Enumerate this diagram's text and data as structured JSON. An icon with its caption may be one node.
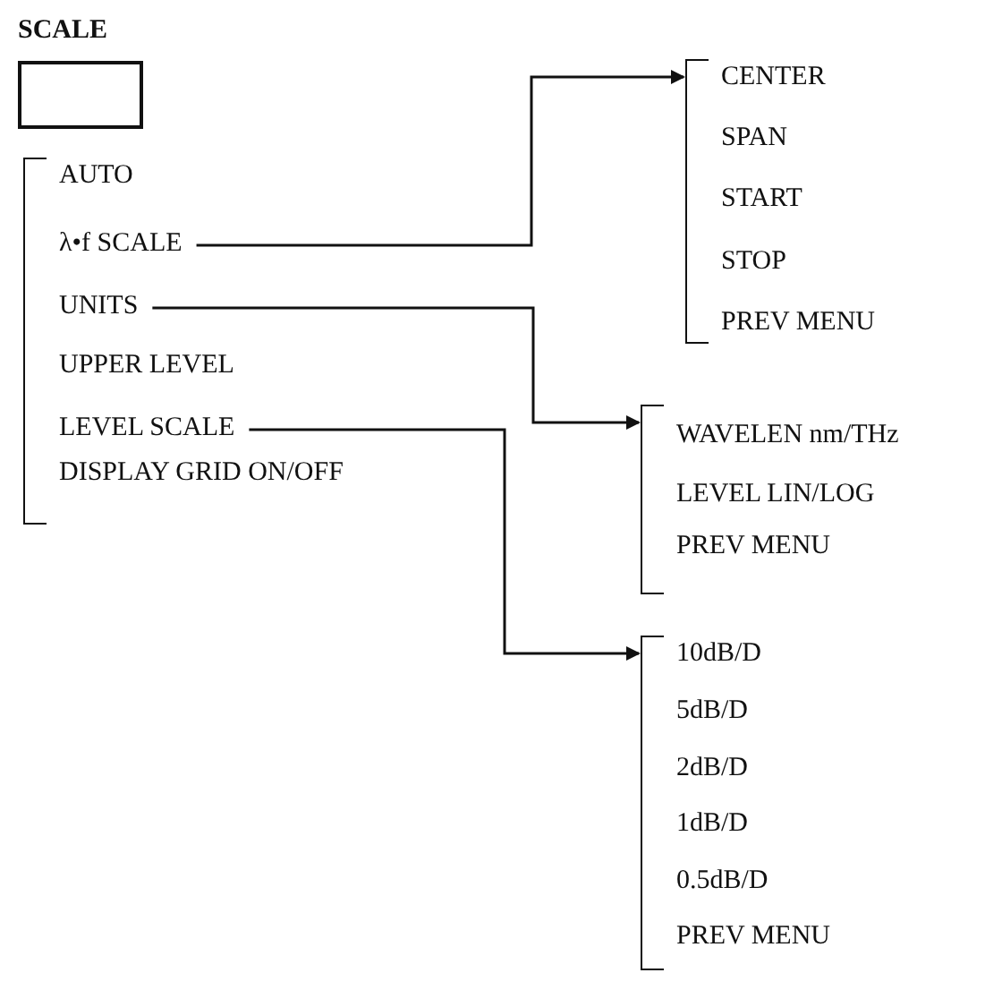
{
  "diagram": {
    "nodes": [
      {
        "text": [
          "SCALE"
        ]
      },
      {
        "text": [],
        "shape": "bracket"
      },
      {
        "text": [
          "AUTO"
        ],
        "in": 1
      },
      {
        "text": [
          "λ•f SCALE"
        ],
        "in": 1
      },
      {
        "text": [
          "UNITS"
        ],
        "in": 1
      },
      {
        "text": [
          "UPPER LEVEL"
        ],
        "in": 1
      },
      {
        "text": [
          "LEVEL SCALE"
        ],
        "in": 1
      },
      {
        "text": [
          "DISPLAY GRID ON/OFF"
        ],
        "in": 1
      },
      {
        "text": [],
        "shape": "bracket"
      },
      {
        "text": [
          "CENTER"
        ],
        "in": 8
      },
      {
        "text": [
          "SPAN"
        ],
        "in": 8
      },
      {
        "text": [
          "START"
        ],
        "in": 8
      },
      {
        "text": [
          "STOP"
        ],
        "in": 8
      },
      {
        "text": [
          "PREV MENU"
        ],
        "in": 8
      },
      {
        "text": [],
        "shape": "bracket"
      },
      {
        "text": [
          "WAVELEN nm/THz"
        ],
        "in": 14
      },
      {
        "text": [
          "LEVEL LIN/LOG"
        ],
        "in": 14
      },
      {
        "text": [
          "PREV MENU"
        ],
        "in": 14
      },
      {
        "text": [],
        "shape": "bracket"
      },
      {
        "text": [
          "10dB/D"
        ],
        "in": 18
      },
      {
        "text": [
          "5dB/D"
        ],
        "in": 18
      },
      {
        "text": [
          "2dB/D"
        ],
        "in": 18
      },
      {
        "text": [
          "1dB/D"
        ],
        "in": 18
      },
      {
        "text": [
          "0.5dB/D"
        ],
        "in": 18
      },
      {
        "text": [
          "PREV MENU"
        ],
        "in": 18
      }
    ],
    "edges": [
      {
        "from": 3,
        "to": 8,
        "arrow": "to"
      },
      {
        "from": 4,
        "to": 14,
        "arrow": "to"
      },
      {
        "from": 6,
        "to": 18,
        "arrow": "to"
      }
    ]
  }
}
